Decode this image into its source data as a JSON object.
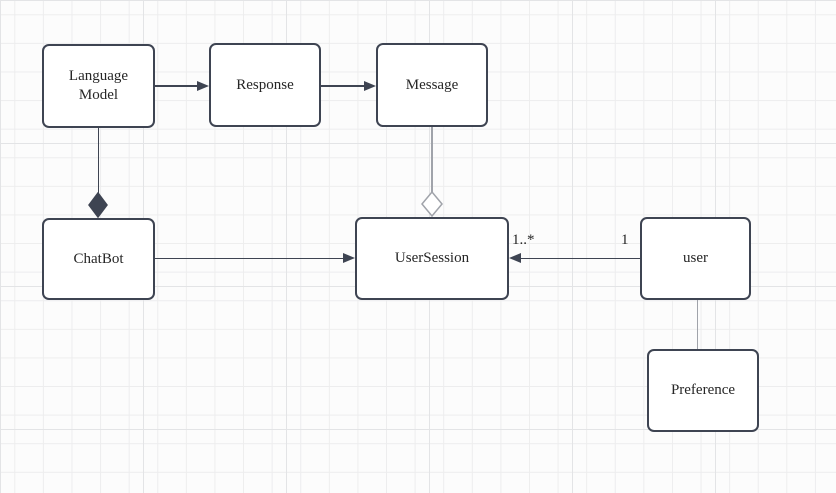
{
  "diagram": {
    "type": "uml-class-diagram",
    "nodes": [
      {
        "id": "language-model",
        "label": "Language Model"
      },
      {
        "id": "response",
        "label": "Response"
      },
      {
        "id": "message",
        "label": "Message"
      },
      {
        "id": "chatbot",
        "label": "ChatBot"
      },
      {
        "id": "user-session",
        "label": "UserSession"
      },
      {
        "id": "user",
        "label": "user"
      },
      {
        "id": "preference",
        "label": "Preference"
      }
    ],
    "edges": [
      {
        "from": "Language Model",
        "to": "Response",
        "type": "directed-arrow"
      },
      {
        "from": "Response",
        "to": "Message",
        "type": "directed-arrow"
      },
      {
        "from": "Language Model",
        "to": "ChatBot",
        "type": "composition",
        "diamond_at": "ChatBot"
      },
      {
        "from": "Message",
        "to": "UserSession",
        "type": "aggregation",
        "diamond_at": "UserSession"
      },
      {
        "from": "ChatBot",
        "to": "UserSession",
        "type": "directed-arrow"
      },
      {
        "from": "user",
        "to": "UserSession",
        "type": "directed-arrow",
        "source_multiplicity": "1",
        "target_multiplicity": "1..*"
      },
      {
        "from": "user",
        "to": "Preference",
        "type": "plain-line"
      }
    ],
    "colors": {
      "node_border": "#3e4452",
      "node_fill": "#ffffff",
      "text": "#262626",
      "edge_dark": "#3e4452",
      "edge_gray": "#a0a3aa",
      "grid_minor": "#ededee",
      "grid_major": "#e3e4e6",
      "background": "#fcfcfc"
    }
  }
}
